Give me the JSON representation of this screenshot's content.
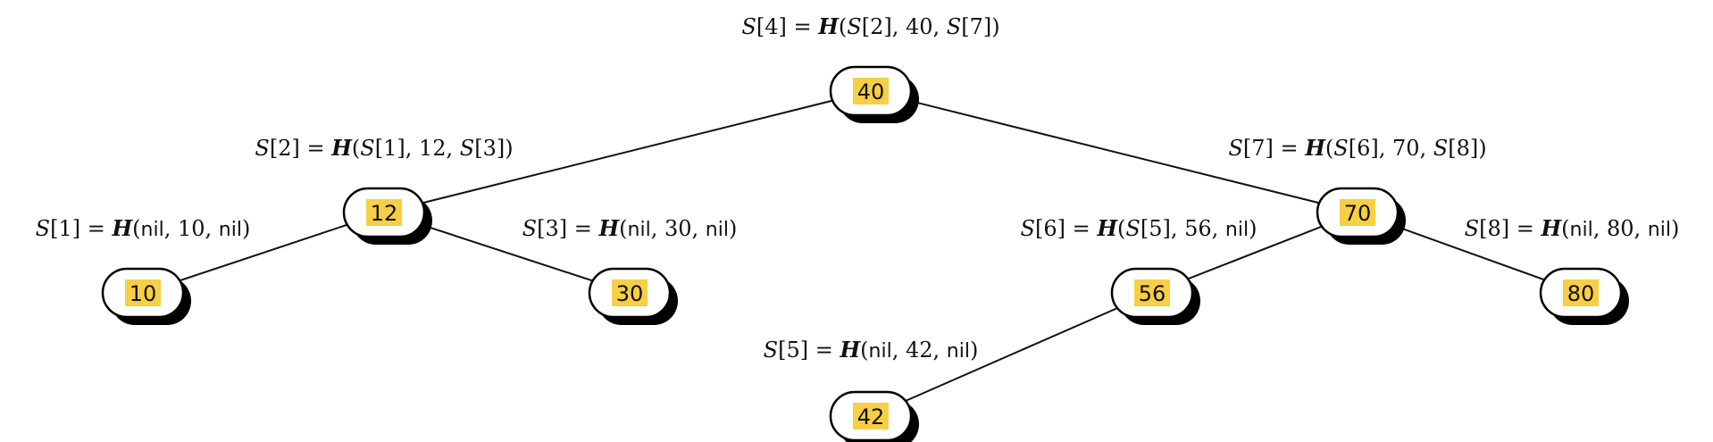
{
  "tree": {
    "nodes": [
      {
        "id": "s4",
        "key": "40",
        "label": {
          "idx": "4",
          "left": "S[2]",
          "right": "S[7]"
        }
      },
      {
        "id": "s2",
        "key": "12",
        "label": {
          "idx": "2",
          "left": "S[1]",
          "right": "S[3]"
        }
      },
      {
        "id": "s7",
        "key": "70",
        "label": {
          "idx": "7",
          "left": "S[6]",
          "right": "S[8]"
        }
      },
      {
        "id": "s1",
        "key": "10",
        "label": {
          "idx": "1",
          "left": "nil",
          "right": "nil"
        }
      },
      {
        "id": "s3",
        "key": "30",
        "label": {
          "idx": "3",
          "left": "nil",
          "right": "nil"
        }
      },
      {
        "id": "s6",
        "key": "56",
        "label": {
          "idx": "6",
          "left": "S[5]",
          "right": "nil"
        }
      },
      {
        "id": "s8",
        "key": "80",
        "label": {
          "idx": "8",
          "left": "nil",
          "right": "nil"
        }
      },
      {
        "id": "s5",
        "key": "42",
        "label": {
          "idx": "5",
          "left": "nil",
          "right": "nil"
        }
      }
    ],
    "edges": [
      [
        "s4",
        "s2"
      ],
      [
        "s4",
        "s7"
      ],
      [
        "s2",
        "s1"
      ],
      [
        "s2",
        "s3"
      ],
      [
        "s7",
        "s6"
      ],
      [
        "s7",
        "s8"
      ],
      [
        "s6",
        "s5"
      ]
    ],
    "symbols": {
      "set": "S",
      "hash": "H",
      "equals": "="
    },
    "colors": {
      "highlight": "#f7cf45",
      "outline": "#000000",
      "shadow": "#000000"
    }
  }
}
